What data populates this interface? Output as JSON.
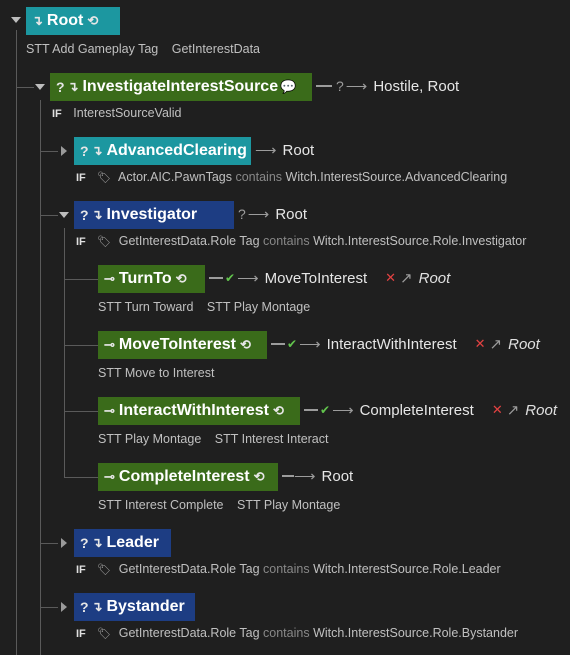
{
  "root": {
    "label": "Root",
    "tasks": [
      "STT Add Gameplay Tag",
      "GetInterestData"
    ]
  },
  "investigate": {
    "label": "InvestigateInterestSource",
    "transition_targets": [
      "Hostile",
      "Root"
    ],
    "condition_kw": "IF",
    "condition": "InterestSourceValid"
  },
  "advanced": {
    "label": "AdvancedClearing",
    "transition_target": "Root",
    "condition_kw": "IF",
    "condition_left": "Actor.AIC.PawnTags",
    "condition_op": "contains",
    "condition_right": "Witch.InterestSource.AdvancedClearing"
  },
  "investigator": {
    "label": "Investigator",
    "transition_target": "Root",
    "condition_kw": "IF",
    "condition_left": "GetInterestData.Role Tag",
    "condition_op": "contains",
    "condition_right": "Witch.InterestSource.Role.Investigator"
  },
  "turnto": {
    "label": "TurnTo",
    "success_target": "MoveToInterest",
    "fail_target": "Root",
    "tasks": [
      "STT Turn Toward",
      "STT Play Montage"
    ]
  },
  "movetointerest": {
    "label": "MoveToInterest",
    "success_target": "InteractWithInterest",
    "fail_target": "Root",
    "tasks": [
      "STT Move to Interest"
    ]
  },
  "interact": {
    "label": "InteractWithInterest",
    "success_target": "CompleteInterest",
    "fail_target": "Root",
    "tasks": [
      "STT Play Montage",
      "STT Interest Interact"
    ]
  },
  "complete": {
    "label": "CompleteInterest",
    "transition_target": "Root",
    "tasks": [
      "STT Interest Complete",
      "STT Play Montage"
    ]
  },
  "leader": {
    "label": "Leader",
    "condition_kw": "IF",
    "condition_left": "GetInterestData.Role Tag",
    "condition_op": "contains",
    "condition_right": "Witch.InterestSource.Role.Leader"
  },
  "bystander": {
    "label": "Bystander",
    "condition_kw": "IF",
    "condition_left": "GetInterestData.Role Tag",
    "condition_op": "contains",
    "condition_right": "Witch.InterestSource.Role.Bystander"
  },
  "colors": {
    "teal": "#1c97a0",
    "green": "#3a6b1a",
    "blue": "#1d3d83",
    "success": "#62c44d",
    "failure": "#e34242"
  }
}
